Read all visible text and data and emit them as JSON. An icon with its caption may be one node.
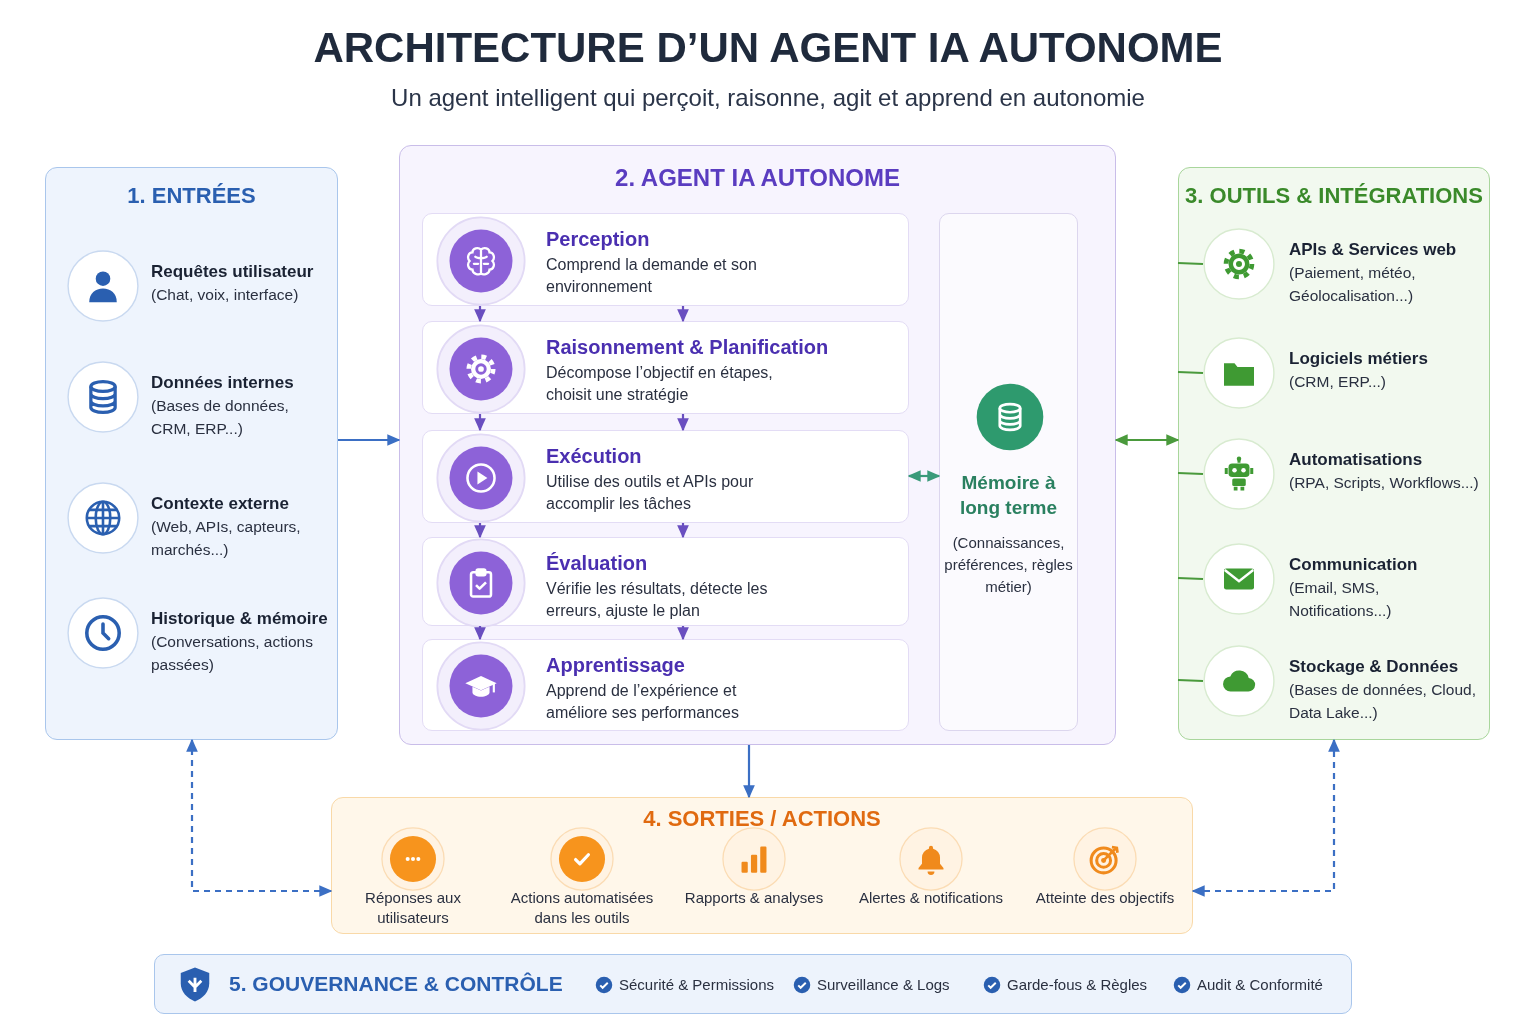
{
  "diagram": {
    "title": "ARCHITECTURE D’UN AGENT IA AUTONOME",
    "nodes": [
      {
        "text": [
          "1. ENTRÉES"
        ]
      },
      {
        "text": [
          "Requêtes utilisateur",
          "(Chat, voix, interface)"
        ],
        "in": 0
      },
      {
        "text": [
          "Données internes",
          "(Bases de données, CRM, ERP...)"
        ],
        "in": 0
      },
      {
        "text": [
          "Contexte externe",
          "(Web, APIs, capteurs, marchés...)"
        ],
        "in": 0
      },
      {
        "text": [
          "Historique & mémoire",
          "(Conversations, actions passées)"
        ],
        "in": 0
      },
      {
        "text": [
          "2. AGENT IA AUTONOME"
        ]
      },
      {
        "text": [
          "Perception",
          "Comprend la demande et son environnement"
        ],
        "in": 5
      },
      {
        "text": [
          "Raisonnement & Planification",
          "Décompose l’objectif en étapes, choisit une stratégie"
        ],
        "in": 5
      },
      {
        "text": [
          "Exécution",
          "Utilise des outils et APIs pour accomplir les tâches"
        ],
        "in": 5
      },
      {
        "text": [
          "Évaluation",
          "Vérifie les résultats, détecte les erreurs, ajuste le plan"
        ],
        "in": 5
      },
      {
        "text": [
          "Apprentissage",
          "Apprend de l’expérience et améliore ses performances"
        ],
        "in": 5
      },
      {
        "text": [
          "Mémoire à long terme",
          "(Connaissances, préférences, règles métier)"
        ],
        "in": 5
      },
      {
        "text": [
          "3. OUTILS & INTÉGRATIONS"
        ]
      },
      {
        "text": [
          "APIs & Services web",
          "(Paiement, météo, Géolocalisation...)"
        ],
        "in": 12
      },
      {
        "text": [
          "Logiciels métiers",
          "(CRM, ERP...)"
        ],
        "in": 12
      },
      {
        "text": [
          "Automatisations",
          "(RPA, Scripts, Workflows...)"
        ],
        "in": 12
      },
      {
        "text": [
          "Communication",
          "(Email, SMS, Notifications...)"
        ],
        "in": 12
      },
      {
        "text": [
          "Stockage & Données",
          "(Bases de données, Cloud, Data Lake...)"
        ],
        "in": 12
      },
      {
        "text": [
          "4. SORTIES / ACTIONS"
        ]
      },
      {
        "text": [
          "Réponses aux utilisateurs"
        ],
        "in": 18
      },
      {
        "text": [
          "Actions automatisées dans les outils"
        ],
        "in": 18
      },
      {
        "text": [
          "Rapports & analyses"
        ],
        "in": 18
      },
      {
        "text": [
          "Alertes & notifications"
        ],
        "in": 18
      },
      {
        "text": [
          "Atteinte des objectifs"
        ],
        "in": 18
      },
      {
        "text": [
          "5. GOUVERNANCE & CONTRÔLE",
          "Sécurité & Permissions",
          "Surveillance & Logs",
          "Garde-fous & Règles",
          "Audit & Conformité"
        ]
      }
    ],
    "edges": [
      {
        "from": 0,
        "to": 5,
        "arrow": "to",
        "color": "#3b6fc4"
      },
      {
        "from": 5,
        "to": 12,
        "arrow": "both",
        "color": "#4a9a3c"
      },
      {
        "from": 5,
        "to": 18,
        "arrow": "to",
        "color": "#3b6fc4"
      },
      {
        "from": 6,
        "to": 7,
        "arrow": "to"
      },
      {
        "from": 6,
        "to": 7,
        "arrow": "to"
      },
      {
        "from": 7,
        "to": 8,
        "arrow": "to"
      },
      {
        "from": 7,
        "to": 8,
        "arrow": "to"
      },
      {
        "from": 8,
        "to": 9,
        "arrow": "to"
      },
      {
        "from": 8,
        "to": 9,
        "arrow": "to"
      },
      {
        "from": 9,
        "to": 10,
        "arrow": "to"
      },
      {
        "from": 9,
        "to": 10,
        "arrow": "to"
      },
      {
        "from": 8,
        "to": 11,
        "arrow": "both",
        "color": "#3a9a7a"
      },
      {
        "from": 18,
        "to": 0,
        "arrow": "both",
        "style": "dashed",
        "color": "#3b6fc4"
      },
      {
        "from": 18,
        "to": 12,
        "arrow": "both",
        "style": "dashed",
        "color": "#3b6fc4"
      },
      {
        "from": 12,
        "to": 13,
        "arrow": "none",
        "color": "#4a9a3c"
      },
      {
        "from": 12,
        "to": 14,
        "arrow": "none",
        "color": "#4a9a3c"
      },
      {
        "from": 12,
        "to": 15,
        "arrow": "none",
        "color": "#4a9a3c"
      },
      {
        "from": 12,
        "to": 16,
        "arrow": "none",
        "color": "#4a9a3c"
      },
      {
        "from": 12,
        "to": 17,
        "arrow": "none",
        "color": "#4a9a3c"
      }
    ],
    "labels": [
      "Un agent intelligent qui perçoit, raisonne, agit et apprend en autonomie"
    ]
  }
}
